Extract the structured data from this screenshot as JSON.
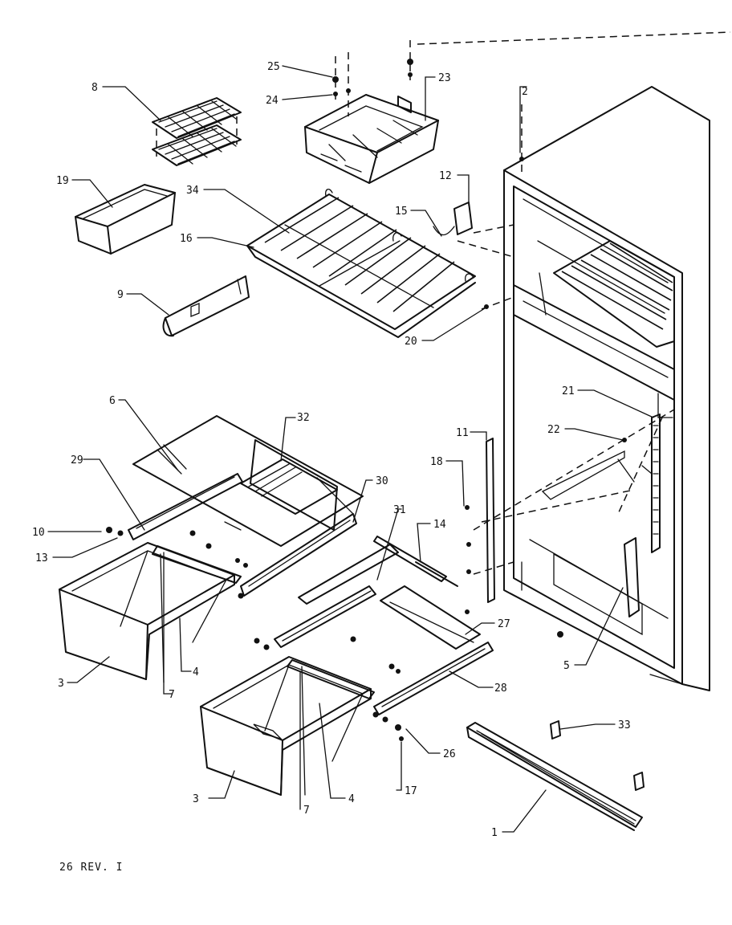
{
  "callouts": [
    {
      "label": "25"
    },
    {
      "label": "23"
    },
    {
      "label": "24"
    },
    {
      "label": "8"
    },
    {
      "label": "2"
    },
    {
      "label": "19"
    },
    {
      "label": "12"
    },
    {
      "label": "34"
    },
    {
      "label": "15"
    },
    {
      "label": "16"
    },
    {
      "label": "9"
    },
    {
      "label": "20"
    },
    {
      "label": "21"
    },
    {
      "label": "6"
    },
    {
      "label": "32"
    },
    {
      "label": "22"
    },
    {
      "label": "11"
    },
    {
      "label": "29"
    },
    {
      "label": "18"
    },
    {
      "label": "30"
    },
    {
      "label": "31"
    },
    {
      "label": "14"
    },
    {
      "label": "10"
    },
    {
      "label": "13"
    },
    {
      "label": "27"
    },
    {
      "label": "3"
    },
    {
      "label": "5"
    },
    {
      "label": "7"
    },
    {
      "label": "4"
    },
    {
      "label": "28"
    },
    {
      "label": "33"
    },
    {
      "label": "26"
    },
    {
      "label": "3"
    },
    {
      "label": "7"
    },
    {
      "label": "4"
    },
    {
      "label": "17"
    },
    {
      "label": "1"
    }
  ],
  "footer": {
    "caption": "26 REV. I"
  }
}
